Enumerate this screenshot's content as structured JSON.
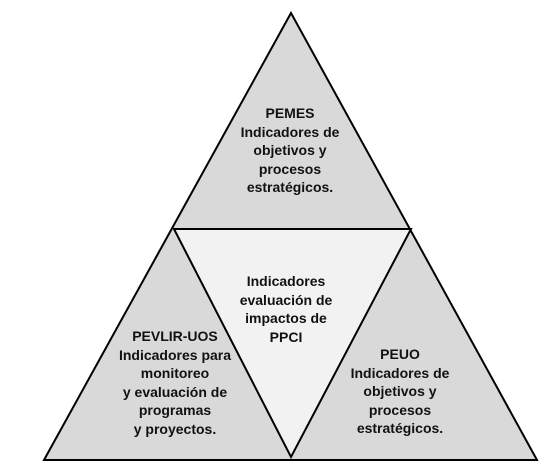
{
  "diagram": {
    "colors": {
      "outer_fill": "#d9d9d9",
      "center_fill": "#f2f2f2",
      "stroke": "#000000",
      "text": "#111111"
    },
    "top_section": {
      "lines": [
        "PEMES",
        "Indicadores de",
        "objetivos y",
        "procesos",
        "estratégicos."
      ]
    },
    "center_section": {
      "lines": [
        "Indicadores",
        "evaluación de",
        "impactos de",
        "PPCI"
      ]
    },
    "left_section": {
      "lines": [
        "PEVLIR-UOS",
        "Indicadores para",
        "monitoreo",
        "y evaluación de",
        "programas",
        "y proyectos."
      ]
    },
    "right_section": {
      "lines": [
        "PEUO",
        "Indicadores de",
        "objetivos y",
        "procesos",
        "estratégicos."
      ]
    }
  }
}
